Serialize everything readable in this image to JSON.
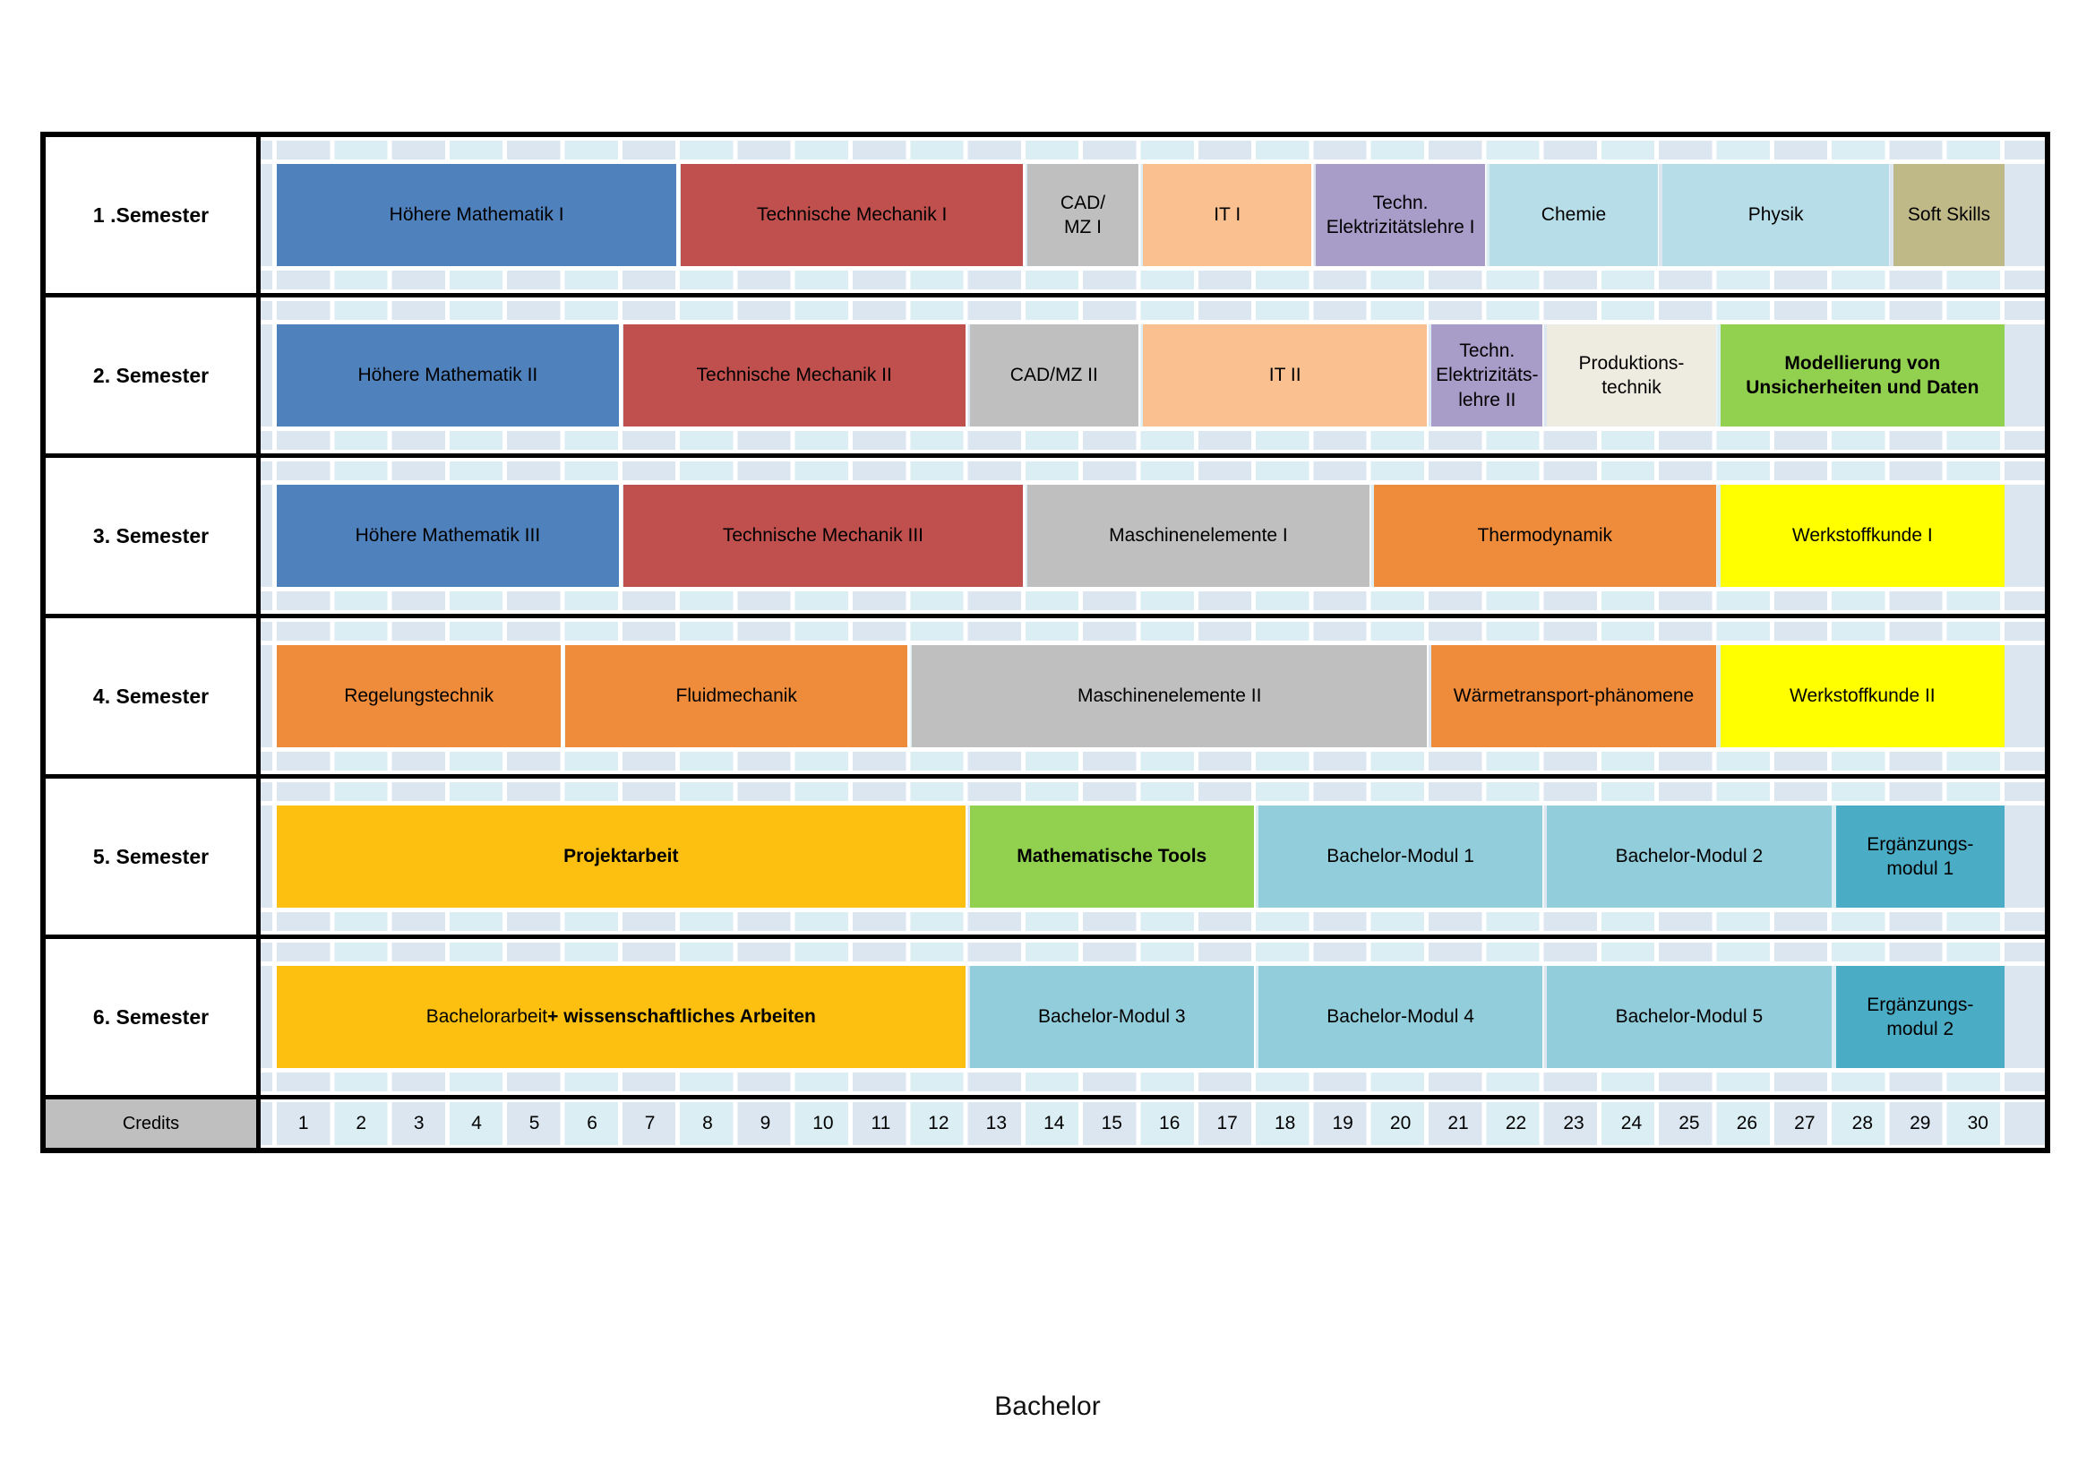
{
  "title": "Bachelor",
  "colors": {
    "blue": "#4F81BD",
    "red": "#C0504D",
    "gray": "#BFBFBF",
    "orange": "#EE8C3B",
    "orange_light": "#FAC090",
    "purple": "#A89CC8",
    "blue_pale": "#B7DEE8",
    "tan": "#BFB887",
    "beige": "#EEECE1",
    "green": "#92D050",
    "yellow": "#FFFF00",
    "gold": "#FDC010",
    "sky": "#92CDDC",
    "teal": "#4BACC6",
    "grid_pale_1": "#DCE6F1",
    "grid_pale_2": "#DAEEF3"
  },
  "credits": {
    "label": "Credits",
    "numbers": [
      "1",
      "2",
      "3",
      "4",
      "5",
      "6",
      "7",
      "8",
      "9",
      "10",
      "11",
      "12",
      "13",
      "14",
      "15",
      "16",
      "17",
      "18",
      "19",
      "20",
      "21",
      "22",
      "23",
      "24",
      "25",
      "26",
      "27",
      "28",
      "29",
      "30"
    ]
  },
  "semesters": [
    {
      "label": "1 .Semester",
      "modules": [
        {
          "name": "Höhere Mathematik I",
          "start": 1,
          "span": 7,
          "color": "blue"
        },
        {
          "name": "Technische Mechanik I",
          "start": 8,
          "span": 6,
          "color": "red"
        },
        {
          "name": "CAD/\nMZ I",
          "start": 14,
          "span": 2,
          "color": "gray"
        },
        {
          "name": "IT I",
          "start": 16,
          "span": 3,
          "color": "orange_light"
        },
        {
          "name": "Techn.\nElektrizitätslehre I",
          "start": 19,
          "span": 3,
          "color": "purple"
        },
        {
          "name": "Chemie",
          "start": 22,
          "span": 3,
          "color": "blue_pale"
        },
        {
          "name": "Physik",
          "start": 25,
          "span": 4,
          "color": "blue_pale"
        },
        {
          "name": "Soft Skills",
          "start": 29,
          "span": 2,
          "color": "tan"
        }
      ]
    },
    {
      "label": "2. Semester",
      "modules": [
        {
          "name": "Höhere Mathematik II",
          "start": 1,
          "span": 6,
          "color": "blue"
        },
        {
          "name": "Technische Mechanik II",
          "start": 7,
          "span": 6,
          "color": "red"
        },
        {
          "name": "CAD/MZ II",
          "start": 13,
          "span": 3,
          "color": "gray"
        },
        {
          "name": "IT II",
          "start": 16,
          "span": 5,
          "color": "orange_light"
        },
        {
          "name": "Techn.\nElektrizitäts-\nlehre II",
          "start": 21,
          "span": 2,
          "color": "purple"
        },
        {
          "name": "Produktions-\ntechnik",
          "start": 23,
          "span": 3,
          "color": "beige"
        },
        {
          "name": "Modellierung von\nUnsicherheiten und Daten",
          "start": 26,
          "span": 5,
          "color": "green",
          "bold": true
        }
      ]
    },
    {
      "label": "3. Semester",
      "modules": [
        {
          "name": "Höhere Mathematik III",
          "start": 1,
          "span": 6,
          "color": "blue"
        },
        {
          "name": "Technische Mechanik III",
          "start": 7,
          "span": 7,
          "color": "red"
        },
        {
          "name": "Maschinenelemente I",
          "start": 14,
          "span": 6,
          "color": "gray"
        },
        {
          "name": "Thermodynamik",
          "start": 20,
          "span": 6,
          "color": "orange"
        },
        {
          "name": "Werkstoffkunde I",
          "start": 26,
          "span": 5,
          "color": "yellow"
        }
      ]
    },
    {
      "label": "4. Semester",
      "modules": [
        {
          "name": "Regelungstechnik",
          "start": 1,
          "span": 5,
          "color": "orange"
        },
        {
          "name": "Fluidmechanik",
          "start": 6,
          "span": 6,
          "color": "orange"
        },
        {
          "name": "Maschinenelemente II",
          "start": 12,
          "span": 9,
          "color": "gray"
        },
        {
          "name": "Wärmetransport-phänomene",
          "start": 21,
          "span": 5,
          "color": "orange"
        },
        {
          "name": "Werkstoffkunde II",
          "start": 26,
          "span": 5,
          "color": "yellow"
        }
      ]
    },
    {
      "label": "5. Semester",
      "modules": [
        {
          "name": "Projektarbeit",
          "start": 1,
          "span": 12,
          "color": "gold",
          "bold": true
        },
        {
          "name": "Mathematische Tools",
          "start": 13,
          "span": 5,
          "color": "green",
          "bold": true
        },
        {
          "name": "Bachelor-Modul 1",
          "start": 18,
          "span": 5,
          "color": "sky"
        },
        {
          "name": "Bachelor-Modul 2",
          "start": 23,
          "span": 5,
          "color": "sky"
        },
        {
          "name": "Ergänzungs-\nmodul 1",
          "start": 28,
          "span": 3,
          "color": "teal"
        }
      ]
    },
    {
      "label": "6. Semester",
      "modules": [
        {
          "name": "Bachelorarbeit + wissenschaftliches Arbeiten",
          "name_regular": "Bachelorarbeit ",
          "name_bold": "+ wissenschaftliches Arbeiten",
          "start": 1,
          "span": 12,
          "color": "gold"
        },
        {
          "name": "Bachelor-Modul 3",
          "start": 13,
          "span": 5,
          "color": "sky"
        },
        {
          "name": "Bachelor-Modul 4",
          "start": 18,
          "span": 5,
          "color": "sky"
        },
        {
          "name": "Bachelor-Modul 5",
          "start": 23,
          "span": 5,
          "color": "sky"
        },
        {
          "name": "Ergänzungs-\nmodul 2",
          "start": 28,
          "span": 3,
          "color": "teal"
        }
      ]
    }
  ]
}
